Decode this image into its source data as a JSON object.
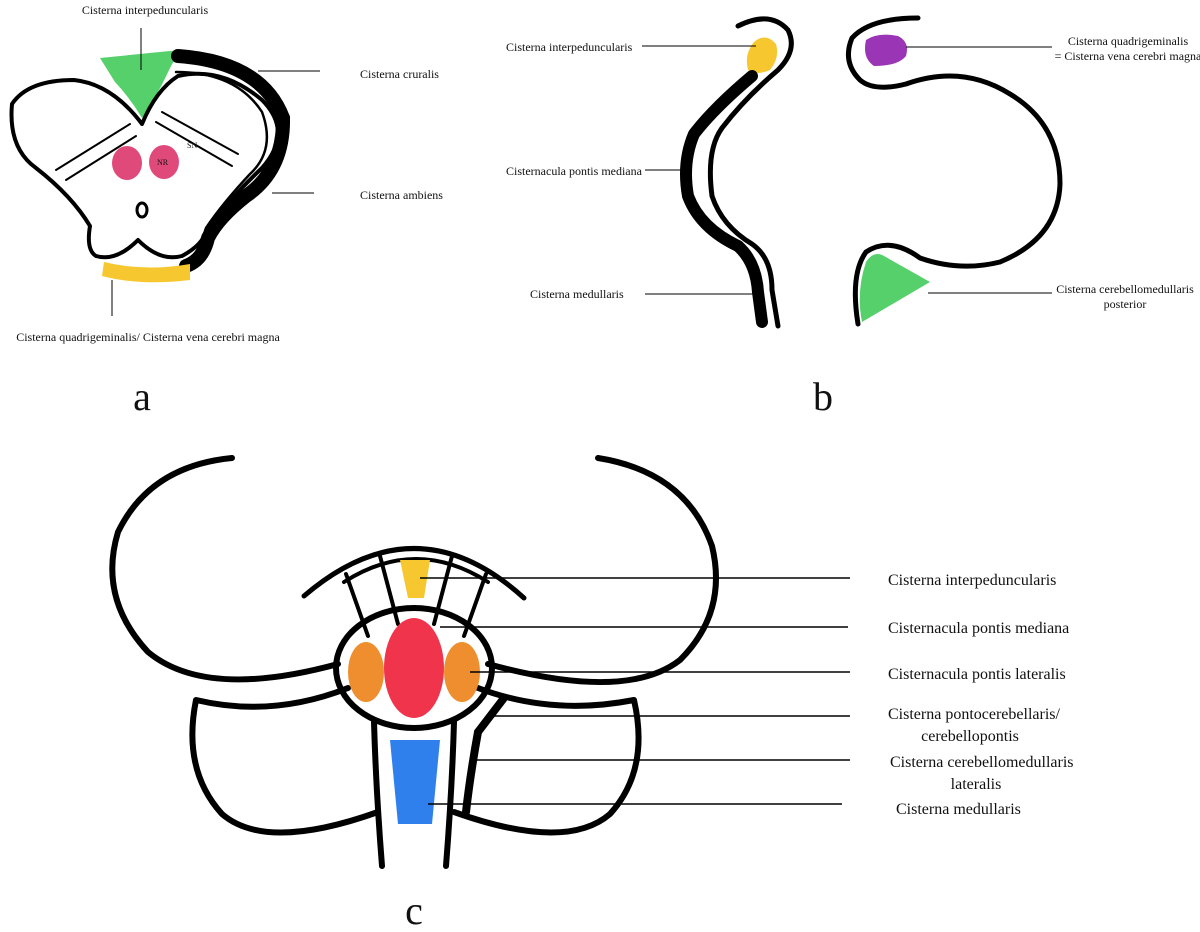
{
  "colors": {
    "yellow": "#F7C730",
    "green": "#55D06A",
    "blue": "#2F80ED",
    "red": "#F0344B",
    "magenta": "#E04A7B",
    "purple": "#9A35B5",
    "orange": "#EE8E2E",
    "outline": "#000000"
  },
  "panel_a": {
    "letter": "a",
    "labels": {
      "interpeduncularis": "Cisterna interpeduncularis",
      "cruralis": "Cisterna cruralis",
      "ambiens": "Cisterna ambiens",
      "quadrigeminalis": "Cisterna quadrigeminalis/ Cisterna vena cerebri magna"
    },
    "marks": {
      "nr": "NR",
      "sn": "SN"
    }
  },
  "panel_b": {
    "letter": "b",
    "labels": {
      "interpeduncularis": "Cisterna interpeduncularis",
      "pontis_mediana": "Cisternacula pontis mediana",
      "medullaris": "Cisterna medullaris",
      "quadrigeminalis_1": "Cisterna quadrigeminalis",
      "quadrigeminalis_2": "= Cisterna vena cerebri magna",
      "cerebellomedullaris_1": "Cisterna cerebellomedullaris",
      "cerebellomedullaris_2": "posterior"
    }
  },
  "panel_c": {
    "letter": "c",
    "labels": {
      "interpeduncularis": "Cisterna interpeduncularis",
      "pontis_mediana": "Cisternacula pontis mediana",
      "pontis_lateralis": "Cisternacula pontis lateralis",
      "pontocerebellaris_1": "Cisterna pontocerebellaris/",
      "pontocerebellaris_2": "cerebellopontis",
      "cerebellomedullaris_1": "Cisterna cerebellomedullaris",
      "cerebellomedullaris_2": "lateralis",
      "medullaris": "Cisterna medullaris"
    }
  }
}
